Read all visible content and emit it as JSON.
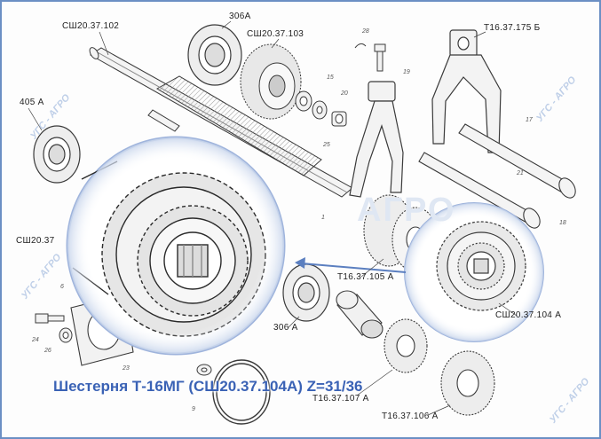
{
  "caption": "Шестерня Т-16МГ (СШ20.37.104А) Z=31/36",
  "watermark": "УГС - АГРО",
  "watermark_center": "АГРО",
  "colors": {
    "frame": "#6b8fc4",
    "caption": "#3a62b5",
    "watermark": "#b9cbe6",
    "line": "#3a3a3a"
  },
  "part_labels": {
    "p1": "СШ20.37.102",
    "p2": "306А",
    "p3": "СШ20.37.103",
    "p4": "Т16.37.175 Б",
    "p5": "405 А",
    "p6": "СШ20.37",
    "p7": "Т16.37.105 А",
    "p8": "СШ20.37.104 А",
    "p9": "306 А",
    "p10": "Т16.37.107 А",
    "p11": "Т16.37.106 А"
  },
  "callout_numbers": {
    "n1": "28",
    "n2": "19",
    "n3": "15",
    "n4": "20",
    "n5": "25",
    "n6": "17",
    "n7": "18",
    "n8": "21",
    "n9": "6",
    "n10": "24",
    "n11": "26",
    "n12": "23",
    "n13": "9",
    "n14": "1"
  }
}
